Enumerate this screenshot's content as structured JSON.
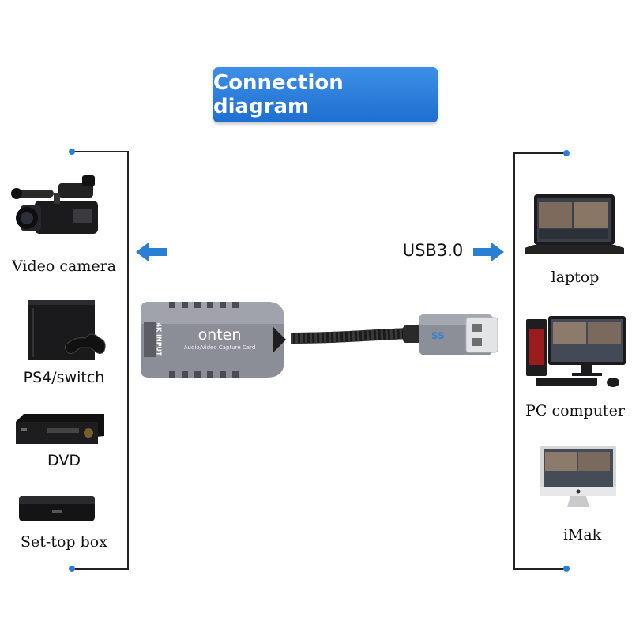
{
  "title": "Connection diagram",
  "left_devices": [
    {
      "label": "Video camera",
      "icon": "video-camera-icon"
    },
    {
      "label": "PS4/switch",
      "icon": "game-console-icon"
    },
    {
      "label": "DVD",
      "icon": "dvd-player-icon"
    },
    {
      "label": "Set-top box",
      "icon": "set-top-box-icon"
    }
  ],
  "right_devices": [
    {
      "label": "laptop",
      "icon": "laptop-icon"
    },
    {
      "label": "PC computer",
      "icon": "desktop-computer-icon"
    },
    {
      "label": "iMak",
      "icon": "imac-icon"
    }
  ],
  "center_device": {
    "brand": "onten",
    "subtitle": "Audio/Video Capture Card",
    "port_text": "4K INPUT",
    "connector_logo": "SS",
    "icon": "capture-card-icon"
  },
  "usb_label": "USB3.0",
  "colors": {
    "accent": "#2a7fd4",
    "badge": "#2b7de0",
    "device_body": "#8a8d96"
  }
}
